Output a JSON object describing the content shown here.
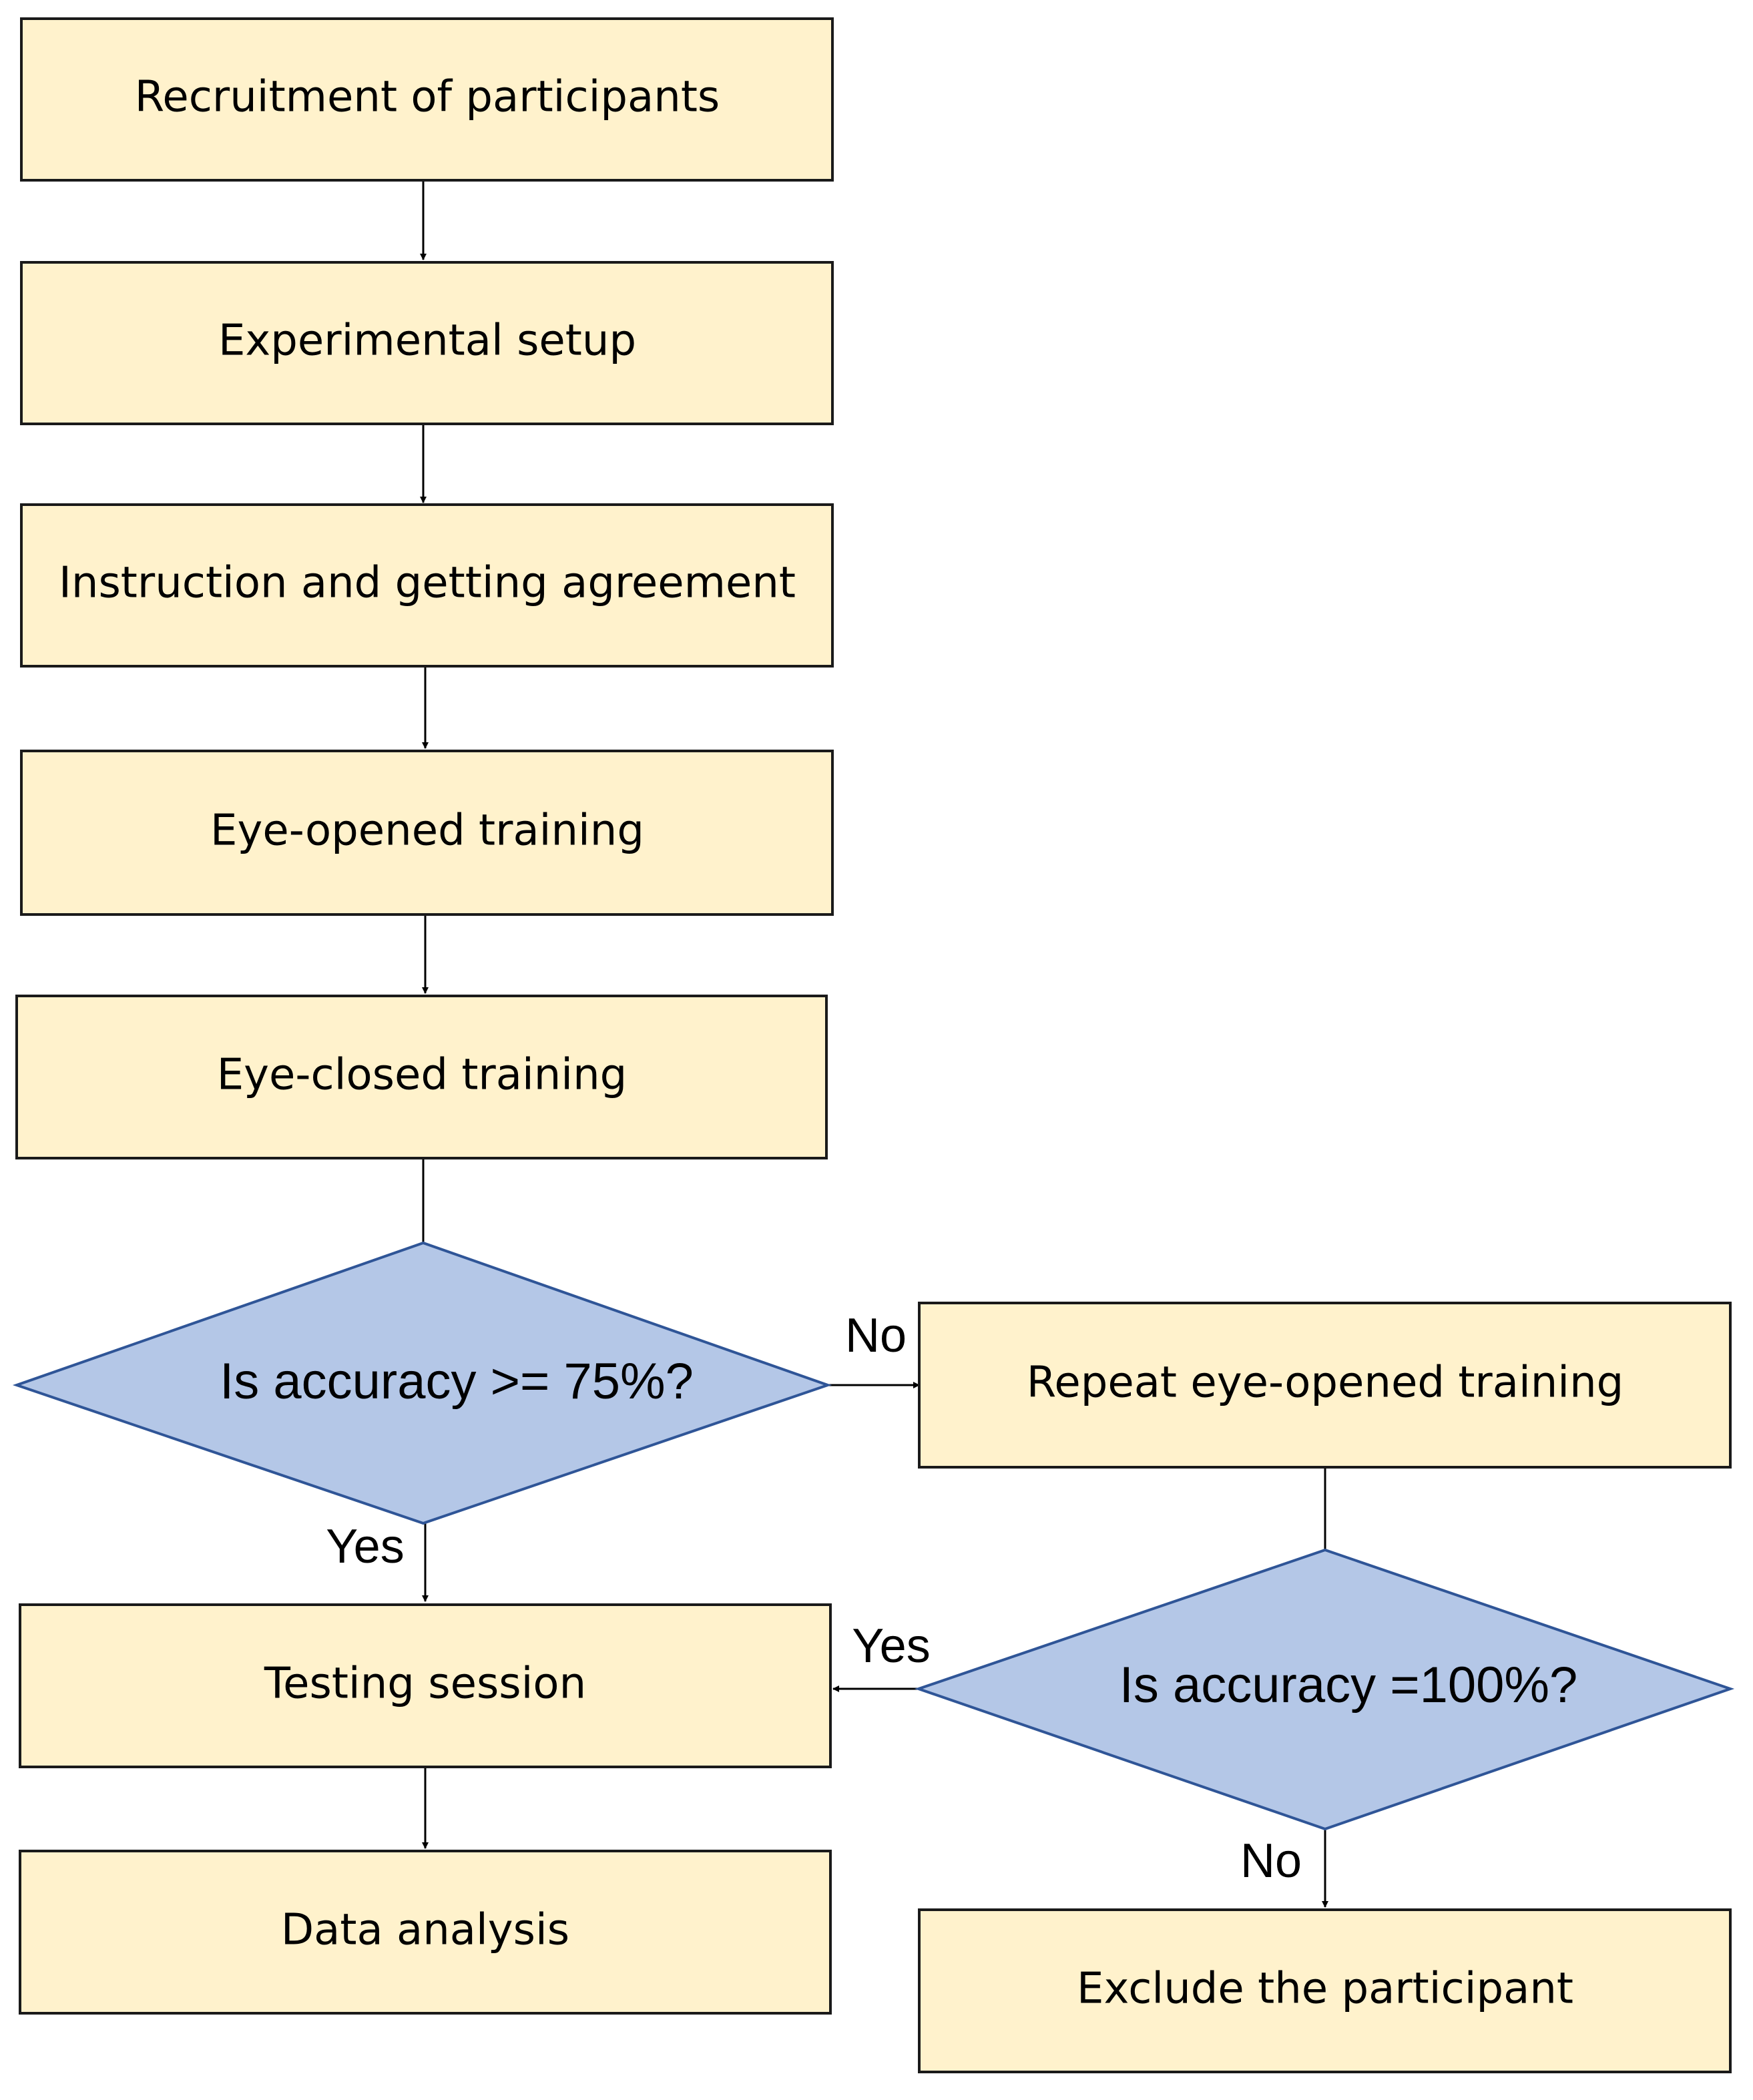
{
  "diagram": {
    "steps": {
      "recruitment": "Recruitment of participants",
      "setup": "Experimental setup",
      "instruction": "Instruction and getting agreement",
      "eye_opened": "Eye-opened training",
      "eye_closed": "Eye-closed training",
      "repeat": "Repeat eye-opened training",
      "testing": "Testing session",
      "analysis": "Data analysis",
      "exclude": "Exclude the participant"
    },
    "decisions": {
      "accuracy_75": "Is accuracy >= 75%?",
      "accuracy_100": "Is accuracy =100%?"
    },
    "edge_labels": {
      "no_to_repeat": "No",
      "yes_to_testing": "Yes",
      "yes_from_100": "Yes",
      "no_to_exclude": "No"
    },
    "colors": {
      "process_fill": "#fff2cc",
      "process_stroke": "#1a1a1a",
      "decision_fill": "#b4c7e7",
      "decision_stroke": "#2f5597"
    }
  }
}
